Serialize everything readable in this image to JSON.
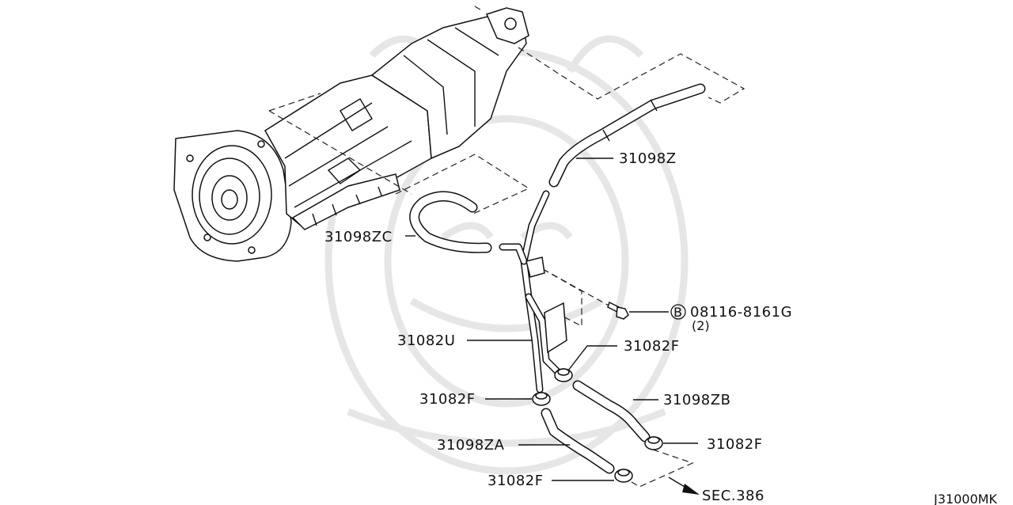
{
  "diagram": {
    "labels": {
      "hose_31098Z": "31098Z",
      "hose_31098ZC": "31098ZC",
      "bolt_part": "08116-8161G",
      "bolt_marker": "B",
      "bolt_qty": "(2)",
      "tube_31082U": "31082U",
      "clamp_upper_right": "31082F",
      "clamp_left": "31082F",
      "hose_31098ZB": "31098ZB",
      "hose_31098ZA": "31098ZA",
      "clamp_right": "31082F",
      "clamp_bottom": "31082F",
      "section_ref": "SEC.386",
      "diagram_code": "J31000MK"
    },
    "icons": [
      "transmission-assembly",
      "clamp-icon",
      "bolt-icon",
      "arrow-icon"
    ]
  }
}
